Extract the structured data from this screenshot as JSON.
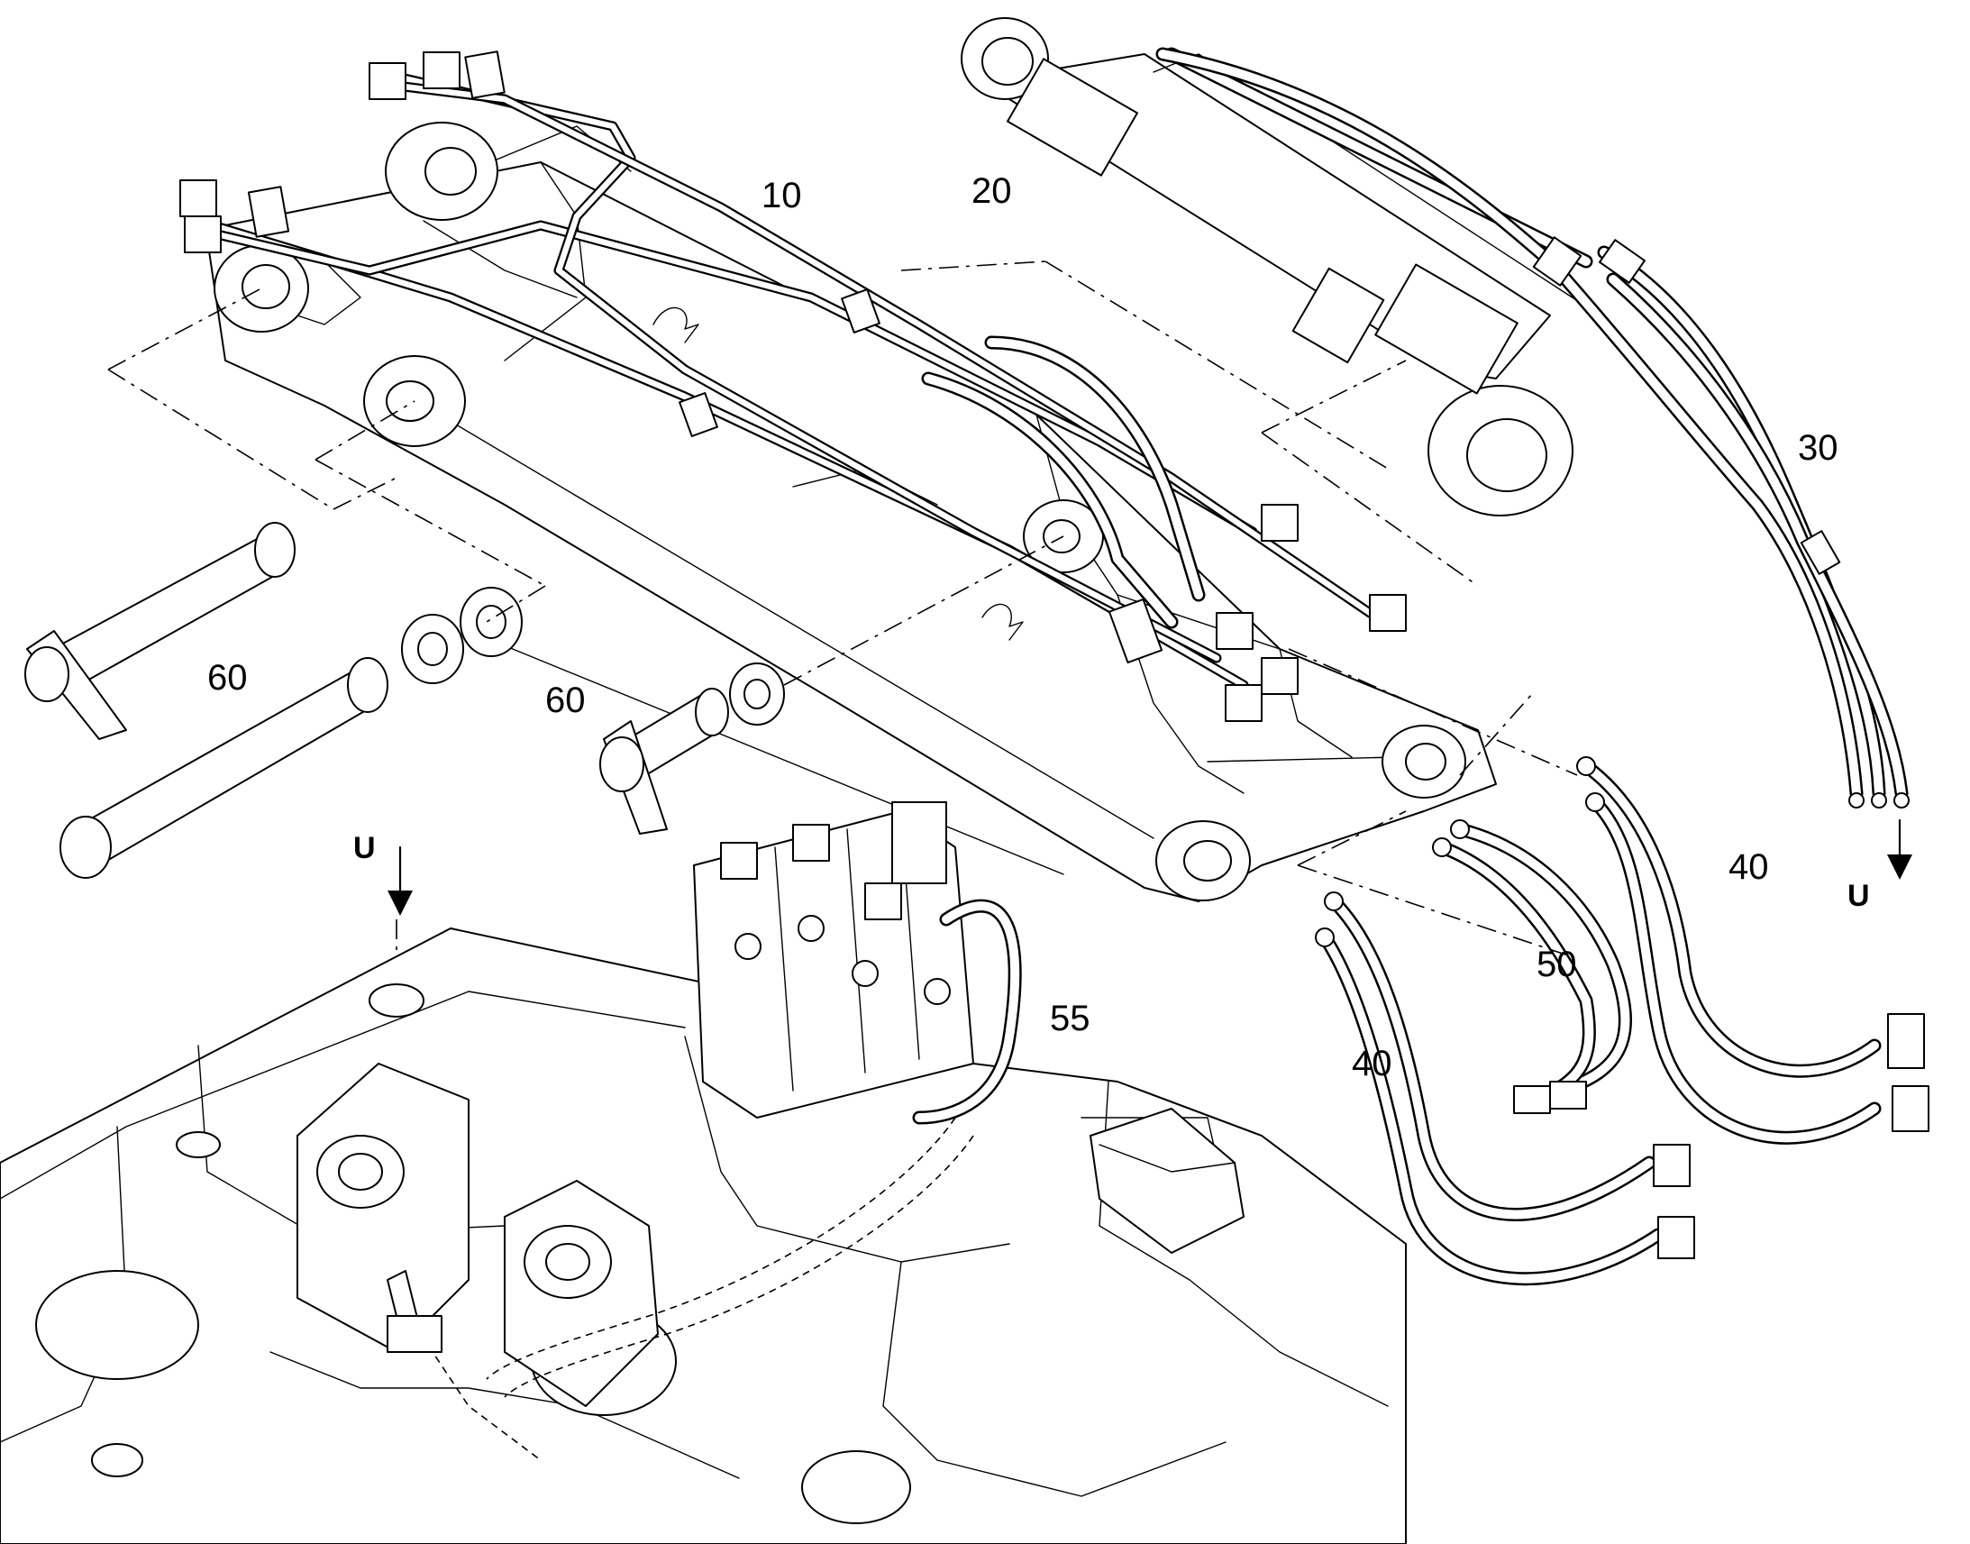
{
  "callouts": {
    "c10": "10",
    "c20": "20",
    "c30": "30",
    "c40a": "40",
    "c40b": "40",
    "c50": "50",
    "c55": "55",
    "c60a": "60",
    "c60b": "60"
  },
  "view_markers": {
    "u_left": "U",
    "u_right": "U"
  }
}
